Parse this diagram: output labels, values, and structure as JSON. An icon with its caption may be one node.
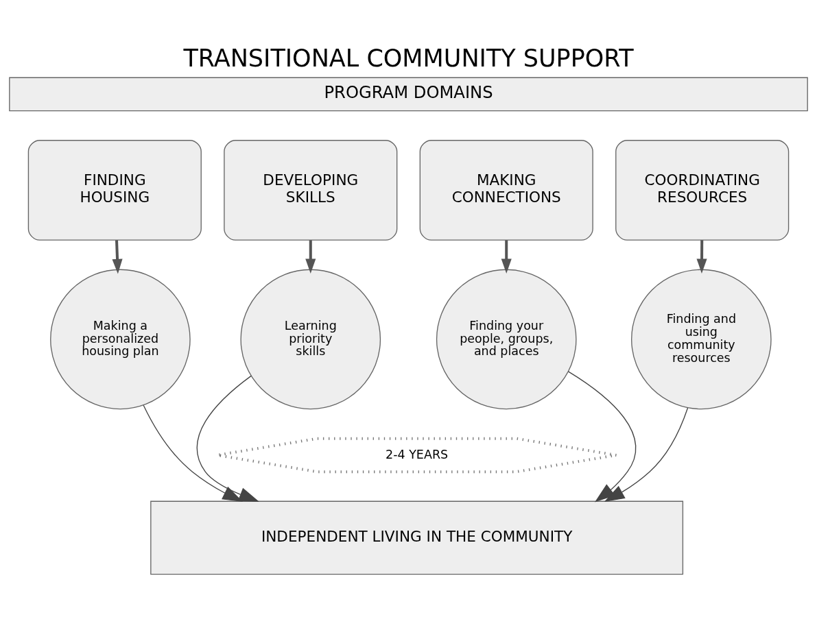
{
  "diagram": {
    "title": "TRANSITIONAL COMMUNITY SUPPORT",
    "nodes": [
      {
        "text": [
          "PROGRAM DOMAINS"
        ]
      },
      {
        "text": [
          "FINDING HOUSING"
        ]
      },
      {
        "text": [
          "DEVELOPING SKILLS"
        ]
      },
      {
        "text": [
          "MAKING CONNECTIONS"
        ]
      },
      {
        "text": [
          "COORDINATING RESOURCES"
        ]
      },
      {
        "text": [
          "Making a personalized housing plan"
        ]
      },
      {
        "text": [
          "Learning priority skills"
        ]
      },
      {
        "text": [
          "Finding your people, groups, and places"
        ]
      },
      {
        "text": [
          "Finding and using community resources"
        ]
      },
      {
        "text": [
          "2-4 YEARS"
        ]
      },
      {
        "text": [
          "INDEPENDENT LIVING IN THE COMMUNITY"
        ]
      }
    ],
    "edges": [
      {
        "from": 1,
        "to": 5,
        "arrow": "to",
        "style": "thick"
      },
      {
        "from": 2,
        "to": 6,
        "arrow": "to",
        "style": "thick"
      },
      {
        "from": 3,
        "to": 7,
        "arrow": "to",
        "style": "thick"
      },
      {
        "from": 4,
        "to": 8,
        "arrow": "to",
        "style": "thick"
      },
      {
        "from": 5,
        "to": 10,
        "arrow": "to"
      },
      {
        "from": 6,
        "to": 10,
        "arrow": "to"
      },
      {
        "from": 7,
        "to": 10,
        "arrow": "to"
      },
      {
        "from": 8,
        "to": 10,
        "arrow": "to"
      }
    ]
  }
}
